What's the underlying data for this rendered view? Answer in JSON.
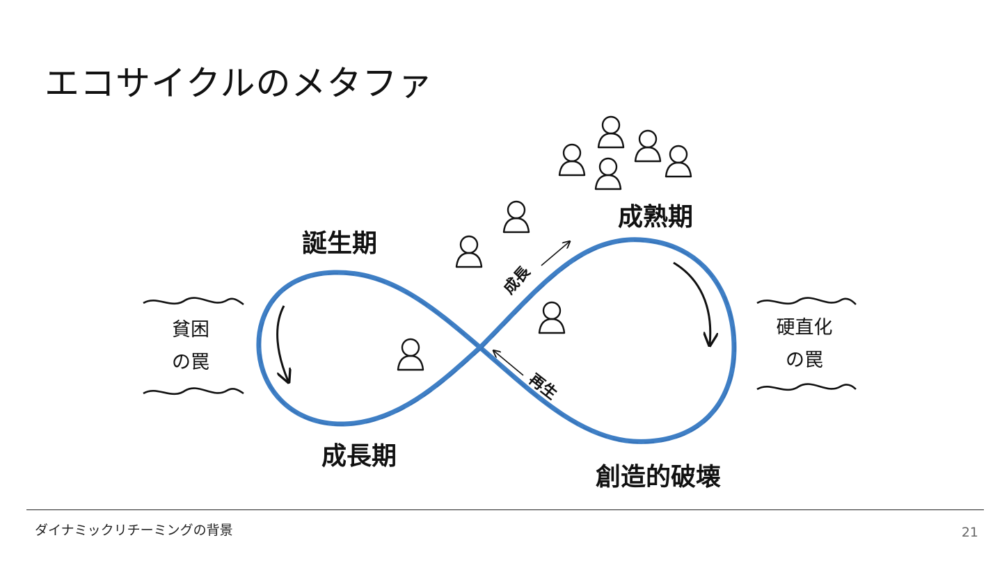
{
  "slide": {
    "title": "エコサイクルのメタファ",
    "footer_text": "ダイナミックリチーミングの背景",
    "page_number": "21"
  },
  "diagram": {
    "loop_color": "#3f7fc5",
    "ink_color": "#111111",
    "stages": {
      "birth": "誕生期",
      "growth": "成長期",
      "maturity": "成熟期",
      "creative_destruction": "創造的破壊"
    },
    "traps": {
      "poverty_line1": "貧困",
      "poverty_line2": "の罠",
      "rigidity_line1": "硬直化",
      "rigidity_line2": "の罠"
    },
    "arrows": {
      "growth": "成長",
      "renewal": "再生"
    },
    "icons": [
      "person-icon"
    ]
  }
}
